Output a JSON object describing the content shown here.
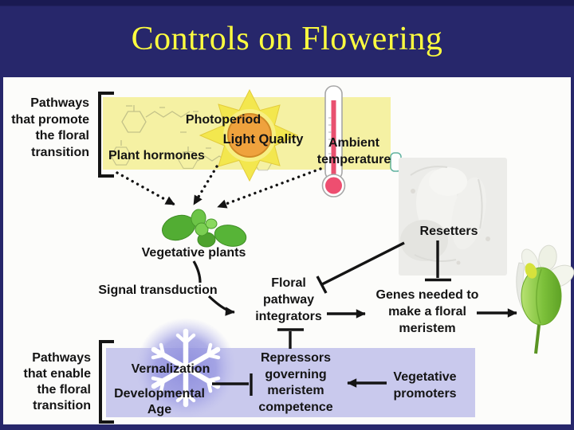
{
  "title": "Controls on Flowering",
  "sections": {
    "promote": {
      "label_lines": [
        "Pathways",
        "that promote",
        "the floral",
        "transition"
      ]
    },
    "enable": {
      "label_lines": [
        "Pathways",
        "that enable",
        "the floral",
        "transition"
      ]
    }
  },
  "factors": {
    "photoperiod": "Photoperiod",
    "light_quality": "Light Quality",
    "plant_hormones": "Plant hormones",
    "ambient_temperature_lines": [
      "Ambient",
      "temperature"
    ],
    "vernalization": "Vernalization",
    "developmental_age_lines": [
      "Developmental",
      "Age"
    ]
  },
  "nodes": {
    "vegetative_plants": "Vegetative plants",
    "signal_transduction": "Signal transduction",
    "floral_pathway_integrators_lines": [
      "Floral",
      "pathway",
      "integrators"
    ],
    "resetters": "Resetters",
    "floral_meristem_genes_lines": [
      "Genes needed to",
      "make a floral",
      "meristem"
    ],
    "repressors_lines": [
      "Repressors",
      "governing",
      "meristem",
      "competence"
    ],
    "vegetative_promoters_lines": [
      "Vegetative",
      "promoters"
    ]
  },
  "icons": {
    "sun": "sun-icon",
    "thermometer": "thermometer-icon",
    "snowflake": "snowflake-icon",
    "seedling": "seedling-icon",
    "flower": "flower-bud-icon",
    "micrograph": "meristem-micrograph",
    "chemistry": "chemical-structures"
  },
  "colors": {
    "header_bg": "#27276b",
    "title_text": "#fdfd3f",
    "promote_box_bg": "#f5f1a3",
    "enable_box_bg": "#c9c9ed",
    "sun_ray": "#f3e74e",
    "sun_core": "#efa23d",
    "thermometer_fluid": "#e9506f",
    "snowflake_glow": "#9090dd",
    "leaf_green": "#56b236",
    "connector": "#141414"
  }
}
